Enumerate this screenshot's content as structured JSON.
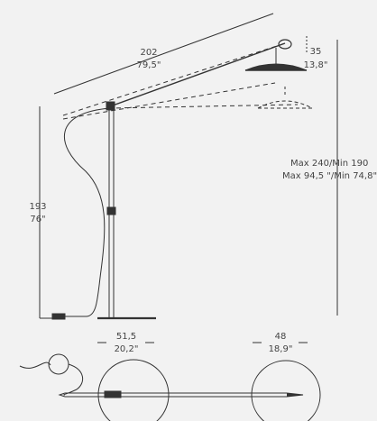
{
  "dimensions": {
    "arm_length_cm": "202",
    "arm_length_in": "79,5\"",
    "shade_height_cm": "35",
    "shade_height_in": "13,8\"",
    "max_min_cm": "Max 240/Min 190",
    "max_min_in": "Max 94,5   \"/Min 74,8\"",
    "stand_height_cm": "193",
    "stand_height_in": "76\"",
    "base_diameter_cm": "51,5",
    "base_diameter_in": "20,2\"",
    "shade_diameter_cm": "48",
    "shade_diameter_in": "18,9\""
  },
  "colors": {
    "line": "#333333",
    "background": "#f2f2f2"
  }
}
